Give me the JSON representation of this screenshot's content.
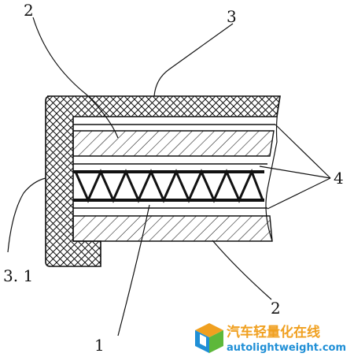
{
  "labels": {
    "cover_layer": "3",
    "cover_flange": "3. 1",
    "skin_top": "2",
    "skin_bottom": "2",
    "core": "1",
    "adhesive_layers": "4"
  },
  "watermark": {
    "cn": "汽车轻量化在线",
    "en": "autolightweight.com",
    "icon": "cube-logo-icon"
  },
  "colors": {
    "line": "#111111",
    "watermark_orange": "#f0a020",
    "watermark_blue": "#1f8fd6"
  }
}
